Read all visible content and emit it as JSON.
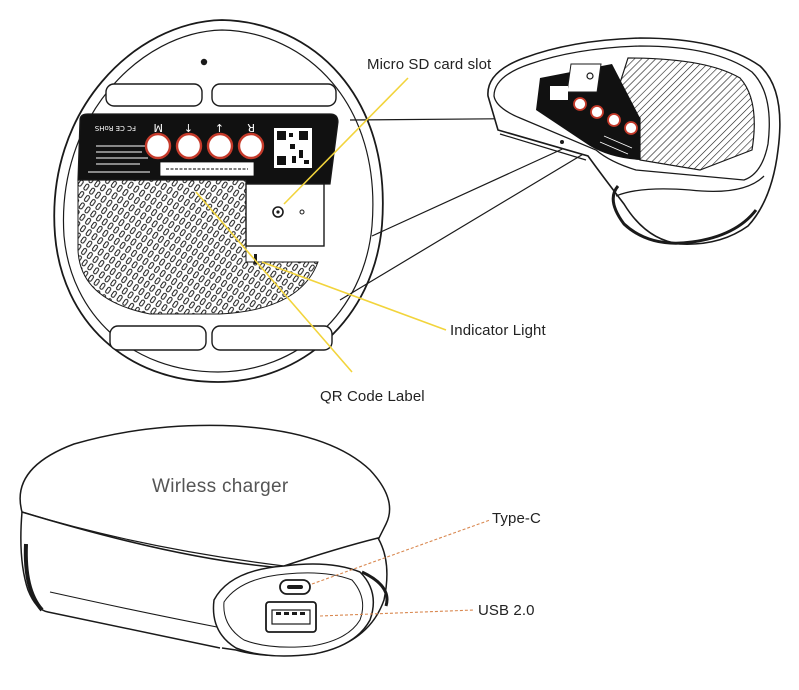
{
  "callouts": {
    "micro_sd_card_slot": "Micro SD card slot",
    "indicator_light": "Indicator Light",
    "qr_code_label": "QR Code Label",
    "type_c": "Type-C",
    "usb_2_0": "USB 2.0"
  },
  "product": {
    "name_label": "Wirless charger"
  },
  "device_markings": {
    "button_letters": [
      "M",
      "↑",
      "↓",
      "R"
    ],
    "cert_text": "FC CE RoHS"
  },
  "colors": {
    "leader_yellow": "#f2d43c",
    "leader_orange": "#d98850",
    "outline": "#1a1a1a",
    "label_bg": "#111111"
  }
}
